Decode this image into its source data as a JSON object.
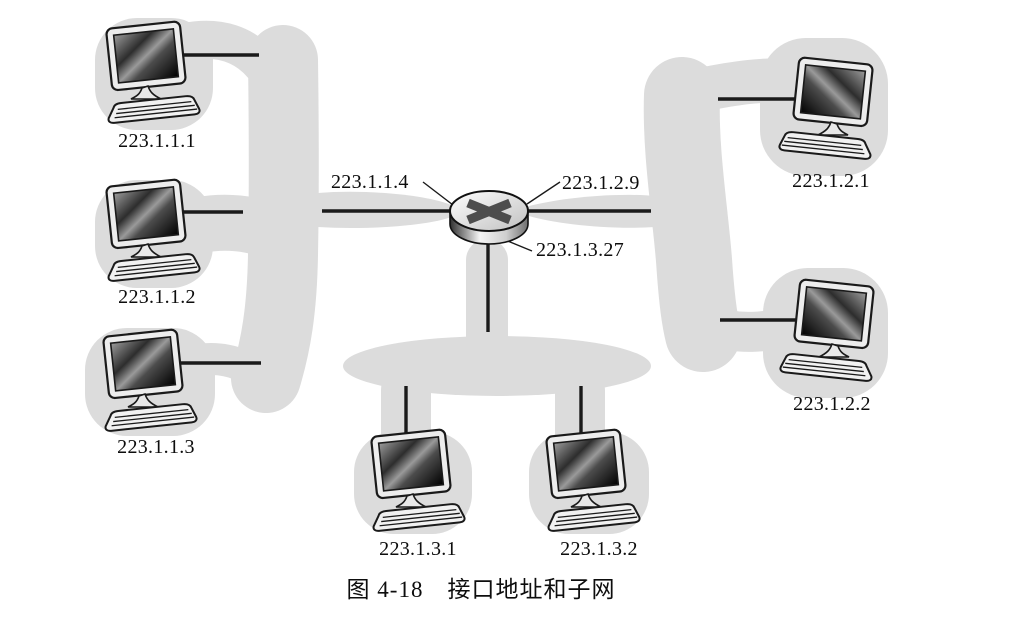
{
  "figure": {
    "caption": "图 4-18　接口地址和子网"
  },
  "router": {
    "interfaces": {
      "subnet1": "223.1.1.4",
      "subnet2": "223.1.2.9",
      "subnet3": "223.1.3.27"
    }
  },
  "subnets": [
    {
      "id": "subnet-1",
      "router_interface": "223.1.1.4",
      "hosts": [
        {
          "ip": "223.1.1.1"
        },
        {
          "ip": "223.1.1.2"
        },
        {
          "ip": "223.1.1.3"
        }
      ]
    },
    {
      "id": "subnet-2",
      "router_interface": "223.1.2.9",
      "hosts": [
        {
          "ip": "223.1.2.1"
        },
        {
          "ip": "223.1.2.2"
        }
      ]
    },
    {
      "id": "subnet-3",
      "router_interface": "223.1.3.27",
      "hosts": [
        {
          "ip": "223.1.3.1"
        },
        {
          "ip": "223.1.3.2"
        }
      ]
    }
  ],
  "colors": {
    "subnet_blob": "#dcdcdc",
    "link_line": "#1a1a1a",
    "router_cross": "#4d4d4d"
  }
}
